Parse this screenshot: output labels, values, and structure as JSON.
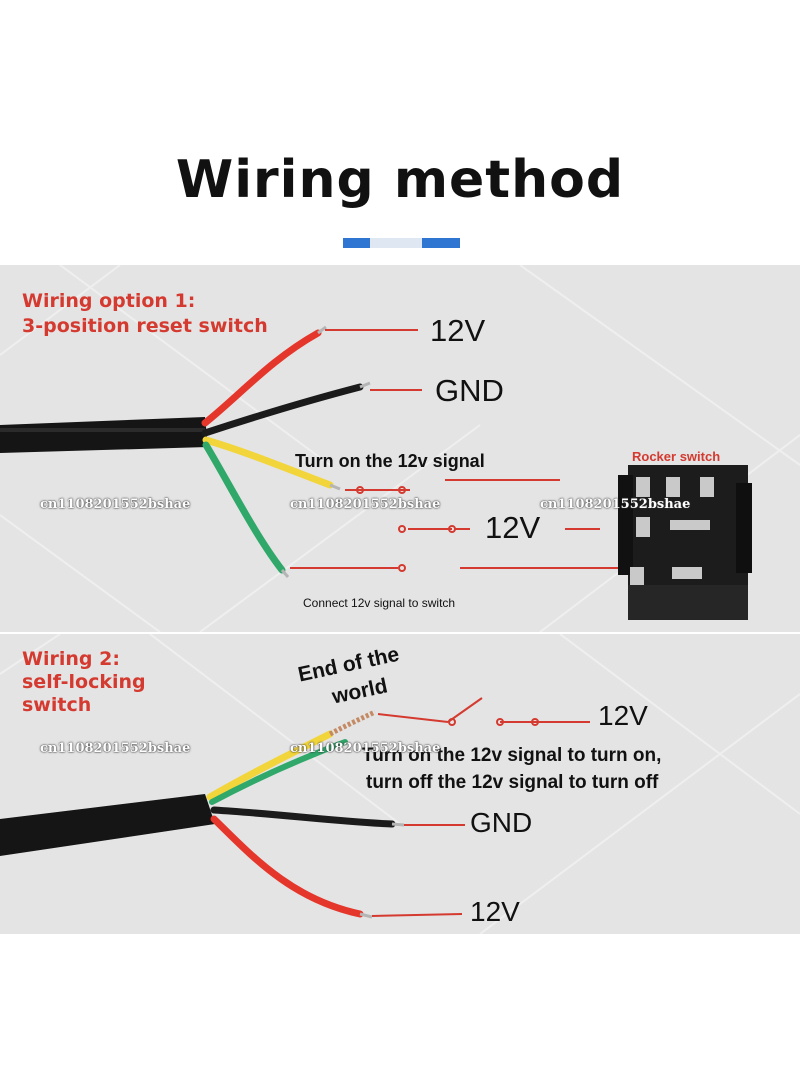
{
  "title": "Wiring method",
  "colors": {
    "accent_blue": "#2f76d2",
    "label_red": "#d43a2f",
    "wire_red": "#e5362b",
    "wire_yellow": "#f2d53a",
    "wire_green": "#2fa86a",
    "cable_black": "#151515"
  },
  "watermark": "cn1108201552bshae",
  "option1": {
    "heading_line1": "Wiring option 1:",
    "heading_line2": "3-position reset switch",
    "label_12v_top": "12V",
    "label_gnd": "GND",
    "label_signal": "Turn on the 12v signal",
    "label_12v_mid": "12V",
    "label_connect": "Connect 12v signal to switch",
    "rocker_label": "Rocker switch"
  },
  "option2": {
    "heading_line1": "Wiring 2:",
    "heading_line2": "self-locking",
    "heading_line3": "switch",
    "end_line1": "End of the",
    "end_line2": "world",
    "label_12v_switch": "12V",
    "instruction_line1": "Turn on the 12v signal to turn on,",
    "instruction_line2": "turn off the 12v signal to turn off",
    "label_gnd": "GND",
    "label_12v_bottom": "12V"
  }
}
